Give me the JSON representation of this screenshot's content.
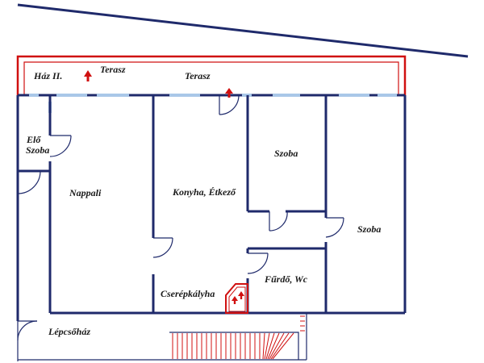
{
  "colors": {
    "wall": "#1f2a6b",
    "window": "#a9c7e8",
    "terrace_outline": "#d01010",
    "stair": "#d01010",
    "background": "#ffffff"
  },
  "labels": {
    "haz": "Ház II.",
    "terasz_left": "Terasz",
    "terasz_mid": "Terasz",
    "elo_line1": "Elő",
    "elo_line2": "Szoba",
    "nappali": "Nappali",
    "konyha": "Konyha, Étkező",
    "szoba_mid": "Szoba",
    "szoba_right": "Szoba",
    "furdo": "Fűrdő, Wc",
    "cserep": "Cserépkályha",
    "lepcsohaz": "Lépcsőház"
  },
  "icons": [
    "entrance-arrow-icon",
    "stove-arrow-icon"
  ]
}
